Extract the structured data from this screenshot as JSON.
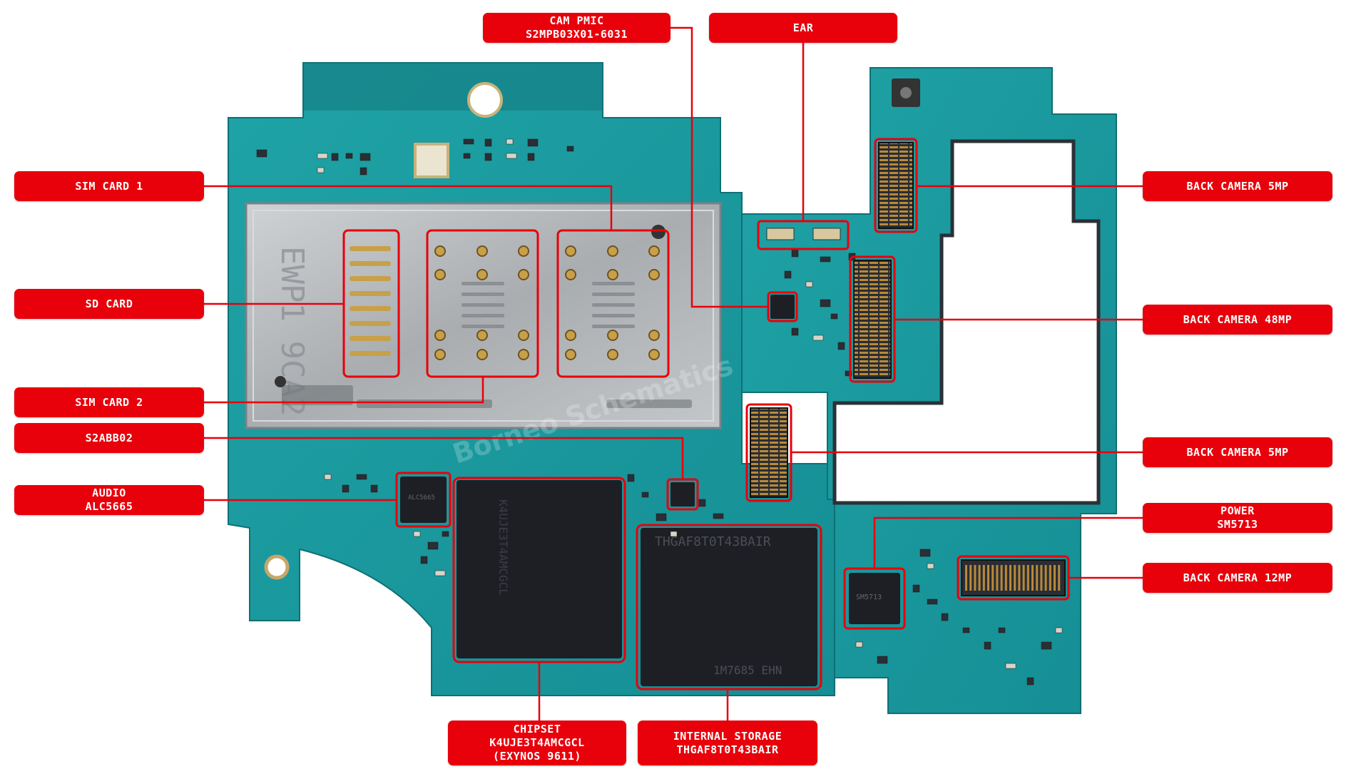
{
  "labels": {
    "cam_pmic": [
      "CAM PMIC",
      "S2MPB03X01-6031"
    ],
    "ear": [
      "EAR"
    ],
    "sim_card_1": [
      "SIM CARD 1"
    ],
    "sd_card": [
      "SD CARD"
    ],
    "sim_card_2": [
      "SIM CARD 2"
    ],
    "s2abb02": [
      "S2ABB02"
    ],
    "audio": [
      "AUDIO",
      "ALC5665"
    ],
    "chipset": [
      "CHIPSET",
      "K4UJE3T4AMCGCL",
      "(EXYNOS 9611)"
    ],
    "internal_storage": [
      "INTERNAL STORAGE",
      "THGAF8T0T43BAIR"
    ],
    "back_camera_5mp_top": [
      "BACK CAMERA 5MP"
    ],
    "back_camera_48mp": [
      "BACK CAMERA 48MP"
    ],
    "back_camera_5mp_bottom": [
      "BACK CAMERA 5MP"
    ],
    "power": [
      "POWER",
      "SM5713"
    ],
    "back_camera_12mp": [
      "BACK CAMERA 12MP"
    ]
  },
  "board_markings": {
    "sim_tray_text": "EWP1 9CA2",
    "storage_chip_text": "THGAF8T0T43BAIR",
    "storage_chip_text_2": "1M7685 EHN",
    "chipset_chip_text": "K4UJE3T4AMCGCL",
    "audio_chip_text": "ALC5665",
    "power_chip_text": "SM5713",
    "watermark": "Borneo Schematics"
  },
  "colors": {
    "label_bg": "#e8000b",
    "label_text": "#ffffff",
    "leader_line": "#e8000b",
    "board": "#1a9aa0",
    "board_dark": "#137f86",
    "shield": "#b9bcbf",
    "chip": "#1d1f24"
  }
}
